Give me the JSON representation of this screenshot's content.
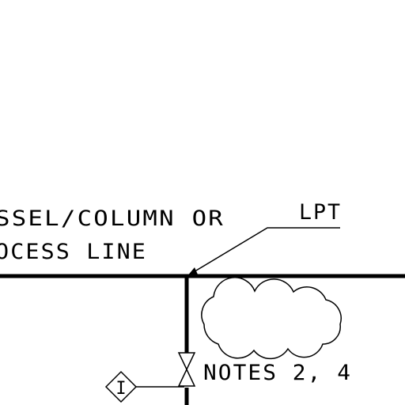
{
  "labels": {
    "vessel_line1": "SSEL/COLUMN OR",
    "vessel_line2": "OCESS LINE",
    "lpt": "LPT",
    "notes": "NOTES 2, 4",
    "instrument_letter": "I"
  },
  "colors": {
    "ink": "#000000",
    "background": "#ffffff"
  }
}
